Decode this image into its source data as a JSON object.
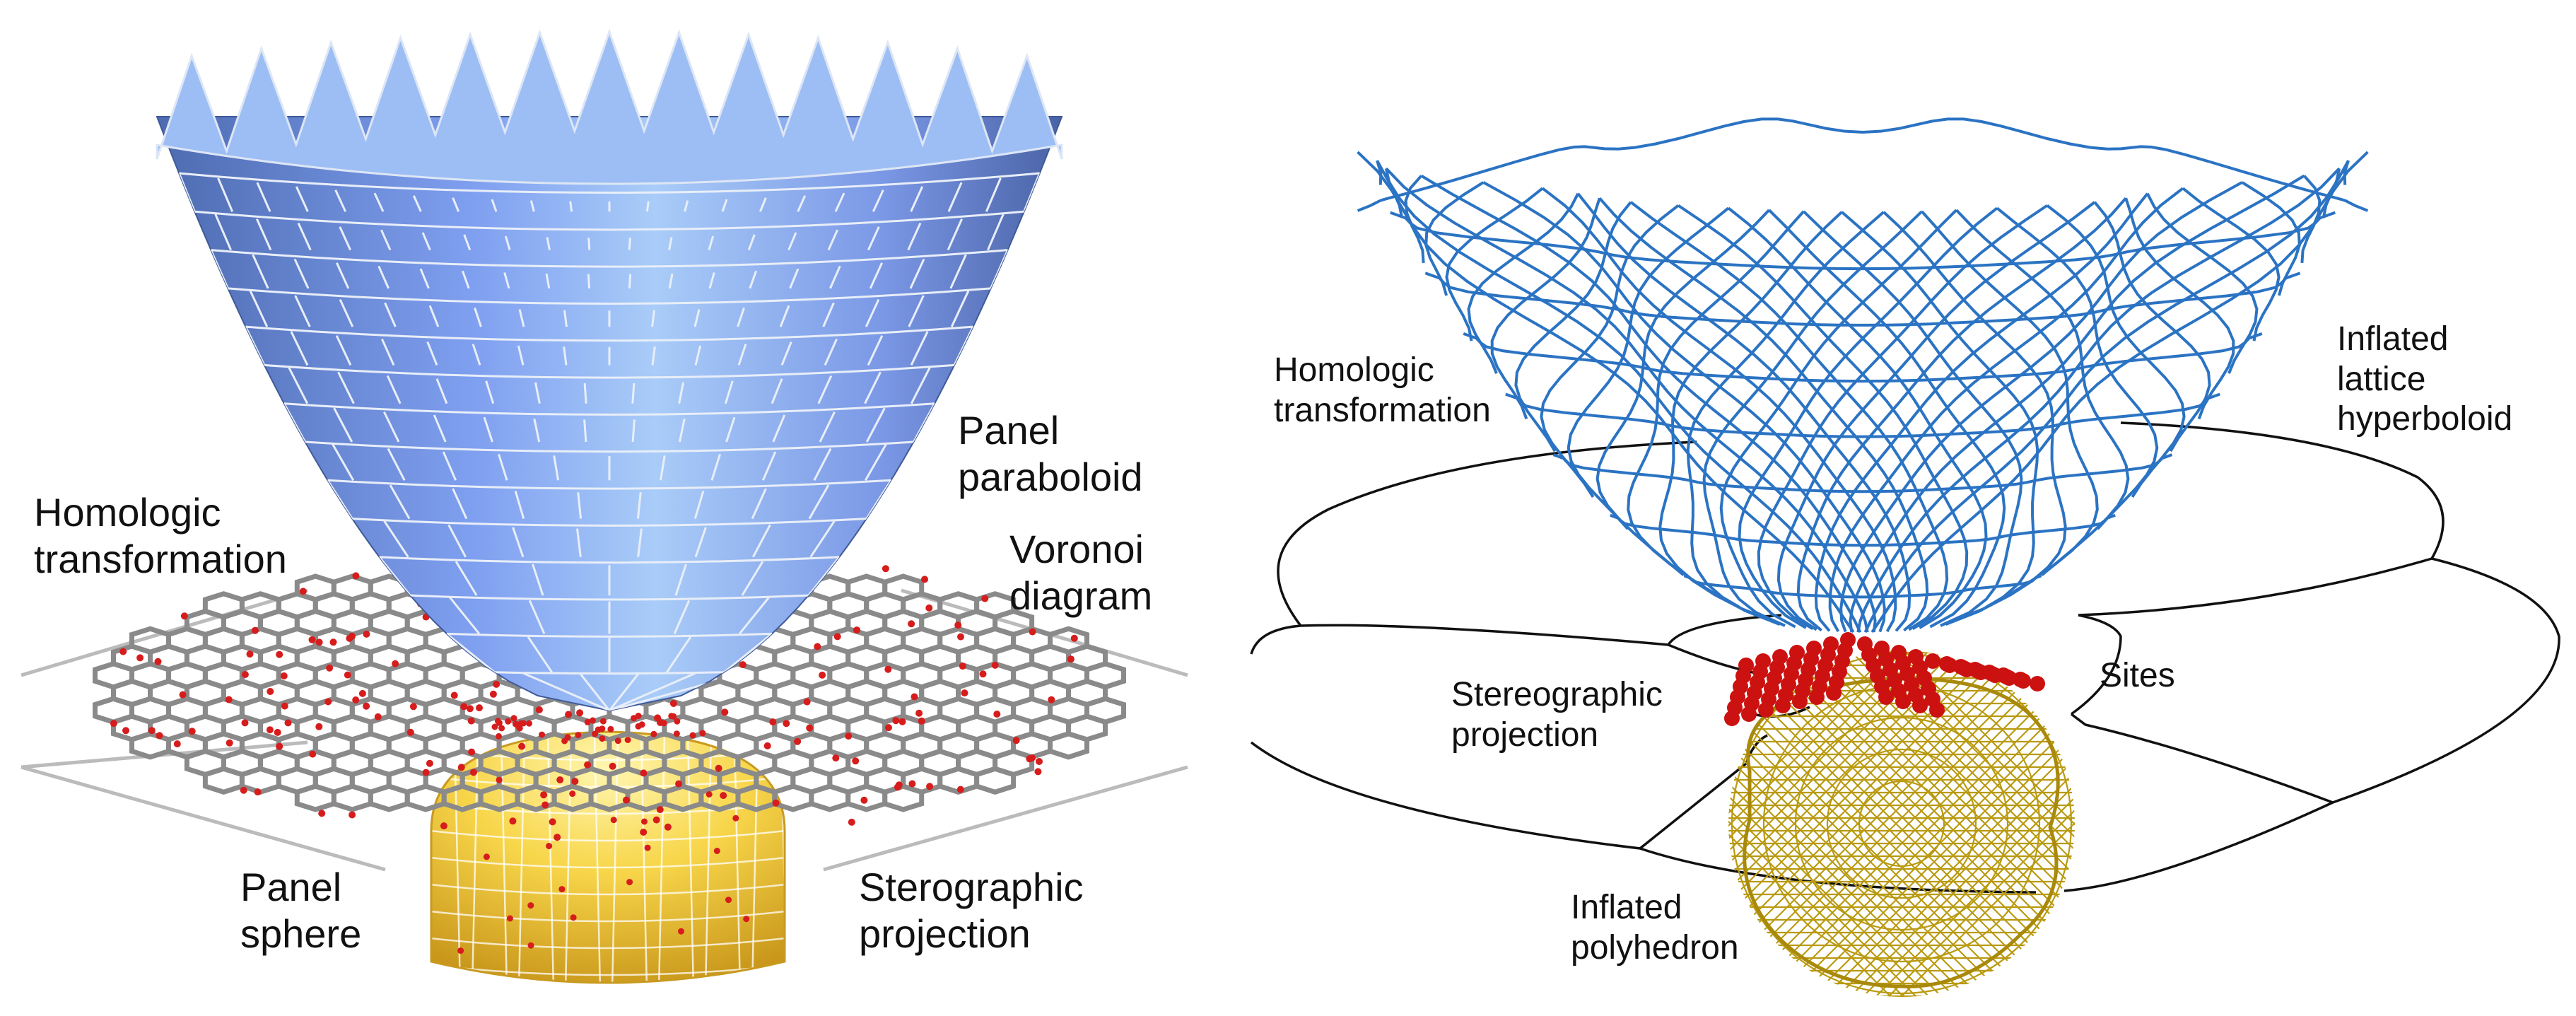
{
  "left_panel": {
    "labels": {
      "homologic": [
        "Homologic",
        "transformation"
      ],
      "panel_paraboloid": [
        "Panel",
        "paraboloid"
      ],
      "voronoi": [
        "Voronoi",
        "diagram"
      ],
      "panel_sphere": [
        "Panel",
        "sphere"
      ],
      "sterographic": [
        "Sterographic",
        "projection"
      ]
    },
    "colors": {
      "paraboloid": "#7f9ff0",
      "paraboloid_light": "#a9ccf8",
      "paraboloid_dark": "#4f6fb8",
      "sphere": "#f2c23a",
      "sphere_light": "#fff4a8",
      "voronoi_edges": "#8a8a8a",
      "sites": "#d71c1c",
      "plane_lines": "#bbbbbb"
    }
  },
  "right_panel": {
    "labels": {
      "homologic": [
        "Homologic",
        "transformation"
      ],
      "inflated_hyperboloid": [
        "Inflated",
        "lattice",
        "hyperboloid"
      ],
      "stereographic": [
        "Stereographic",
        "projection"
      ],
      "sites": [
        "Sites"
      ],
      "inflated_polyhedron": [
        "Inflated",
        "polyhedron"
      ]
    },
    "colors": {
      "lattice": "#2b73c3",
      "polyhedron": "#b99a10",
      "sites": "#cc1111",
      "cell_lines": "#111111"
    }
  }
}
